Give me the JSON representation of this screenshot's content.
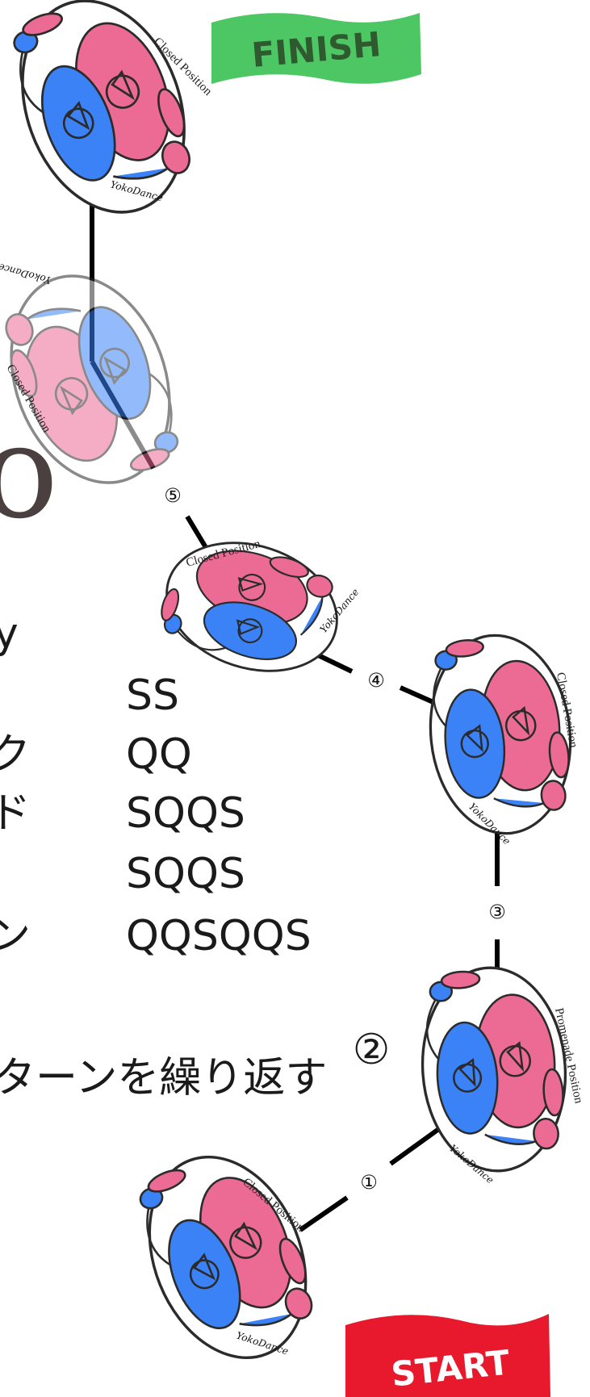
{
  "flags": {
    "finish": {
      "label": "FINISH",
      "bg": "#4cc764",
      "fg": "#2f5a2f"
    },
    "start": {
      "label": "START",
      "bg": "#e8192c",
      "fg": "#ffffff"
    }
  },
  "big_glyph": "o",
  "pattern": {
    "partial_line": "y",
    "rows": [
      {
        "name": "",
        "timing": "SS"
      },
      {
        "name": "ク",
        "timing": "QQ"
      },
      {
        "name": "ド",
        "timing": "SQQS"
      },
      {
        "name": "",
        "timing": "SQQS"
      },
      {
        "name": "ン",
        "timing": "QQSQQS"
      }
    ],
    "repeat_text": "ターンを繰り返す",
    "repeat_marker": "②"
  },
  "figures": [
    {
      "id": "finish",
      "label": "Closed Position",
      "signature": "YokoDance"
    },
    {
      "id": "faded",
      "label": "Closed Position",
      "signature": "YokoDance"
    },
    {
      "id": "pos5",
      "label": "Closed Position",
      "signature": "YokoDance"
    },
    {
      "id": "pos4",
      "label": "Closed Position",
      "signature": "YokoDance"
    },
    {
      "id": "pos3",
      "label": "Promenade Position",
      "signature": "YokoDance"
    },
    {
      "id": "start",
      "label": "Closed Position",
      "signature": "YokoDance"
    }
  ],
  "steps": [
    "①",
    "③",
    "④",
    "⑤"
  ],
  "colors": {
    "man": "#3b82f6",
    "lady": "#ec6b95",
    "outline": "#2b2b2b",
    "path": "#000000"
  }
}
